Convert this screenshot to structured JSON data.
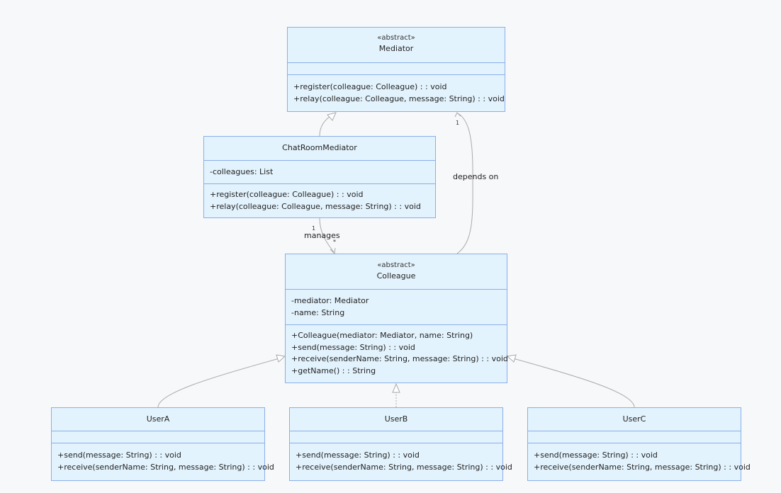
{
  "classes": {
    "mediator": {
      "stereotype": "«abstract»",
      "name": "Mediator",
      "attributes": [],
      "methods": [
        "+register(colleague: Colleague) : : void",
        "+relay(colleague: Colleague, message: String) : : void"
      ]
    },
    "chatroom": {
      "stereotype": "",
      "name": "ChatRoomMediator",
      "attributes": [
        "-colleagues: List"
      ],
      "methods": [
        "+register(colleague: Colleague) : : void",
        "+relay(colleague: Colleague, message: String) : : void"
      ]
    },
    "colleague": {
      "stereotype": "«abstract»",
      "name": "Colleague",
      "attributes": [
        "-mediator: Mediator",
        "-name: String"
      ],
      "methods": [
        "+Colleague(mediator: Mediator, name: String)",
        "+send(message: String) : : void",
        "+receive(senderName: String, message: String) : : void",
        "+getName() : : String"
      ]
    },
    "usera": {
      "stereotype": "",
      "name": "UserA",
      "attributes": [],
      "methods": [
        "+send(message: String) : : void",
        "+receive(senderName: String, message: String) : : void"
      ]
    },
    "userb": {
      "stereotype": "",
      "name": "UserB",
      "attributes": [],
      "methods": [
        "+send(message: String) : : void",
        "+receive(senderName: String, message: String) : : void"
      ]
    },
    "userc": {
      "stereotype": "",
      "name": "UserC",
      "attributes": [],
      "methods": [
        "+send(message: String) : : void",
        "+receive(senderName: String, message: String) : : void"
      ]
    }
  },
  "relations": {
    "manages": {
      "label": "manages",
      "from_mult": "1",
      "to_mult": "*"
    },
    "depends_on": {
      "label": "depends on",
      "to_mult": "1"
    }
  },
  "colors": {
    "background": "#f7f8fa",
    "class_fill": "#e3f3fd",
    "class_border": "#8aaee8",
    "edge": "#aaaaaa"
  }
}
